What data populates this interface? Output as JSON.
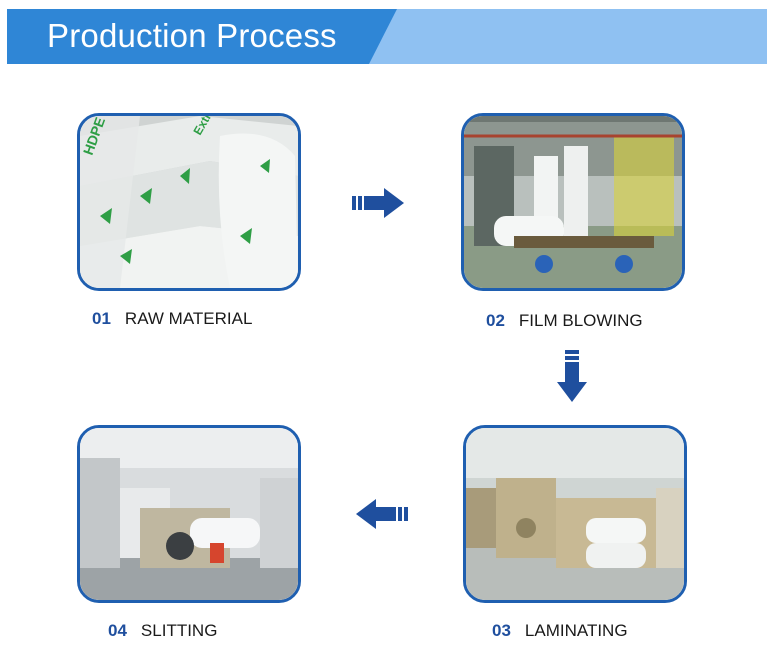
{
  "header": {
    "title": "Production Process"
  },
  "steps": [
    {
      "number": "01",
      "label": "RAW MATERIAL",
      "photo": "raw-material-photo"
    },
    {
      "number": "02",
      "label": "FILM BLOWING",
      "photo": "film-blowing-photo"
    },
    {
      "number": "03",
      "label": "LAMINATING",
      "photo": "laminating-photo"
    },
    {
      "number": "04",
      "label": "SLITTING",
      "photo": "slitting-photo"
    }
  ],
  "bag_print": {
    "line1": "HDPE",
    "line2": "Extra"
  },
  "colors": {
    "banner_dark": "#2f86d6",
    "banner_light": "#8fc1f2",
    "arrow": "#1f4f9e",
    "frame": "#1f5fb0"
  }
}
